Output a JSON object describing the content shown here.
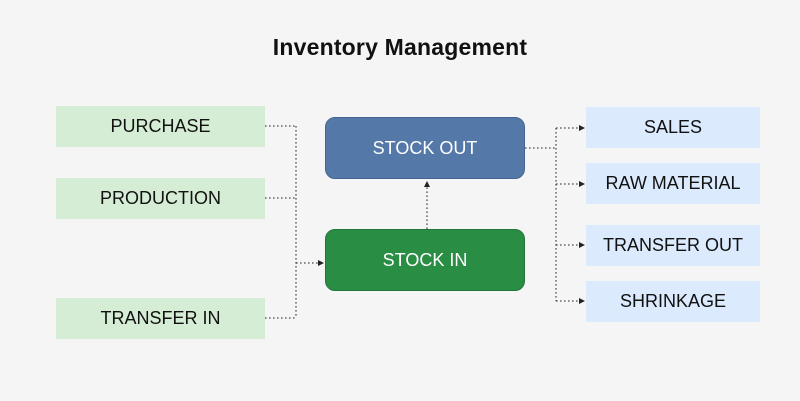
{
  "title": "Inventory Management",
  "sources": [
    "PURCHASE",
    "PRODUCTION",
    "TRANSFER IN"
  ],
  "hubs": {
    "stock_out": "STOCK OUT",
    "stock_in": "STOCK IN"
  },
  "destinations": [
    "SALES",
    "RAW MATERIAL",
    "TRANSFER OUT",
    "SHRINKAGE"
  ],
  "colors": {
    "source_fill": "#d6edd5",
    "destination_fill": "#dbeafc",
    "stock_out_fill": "#5479a8",
    "stock_in_fill": "#2a8d44",
    "connector": "#222222"
  }
}
